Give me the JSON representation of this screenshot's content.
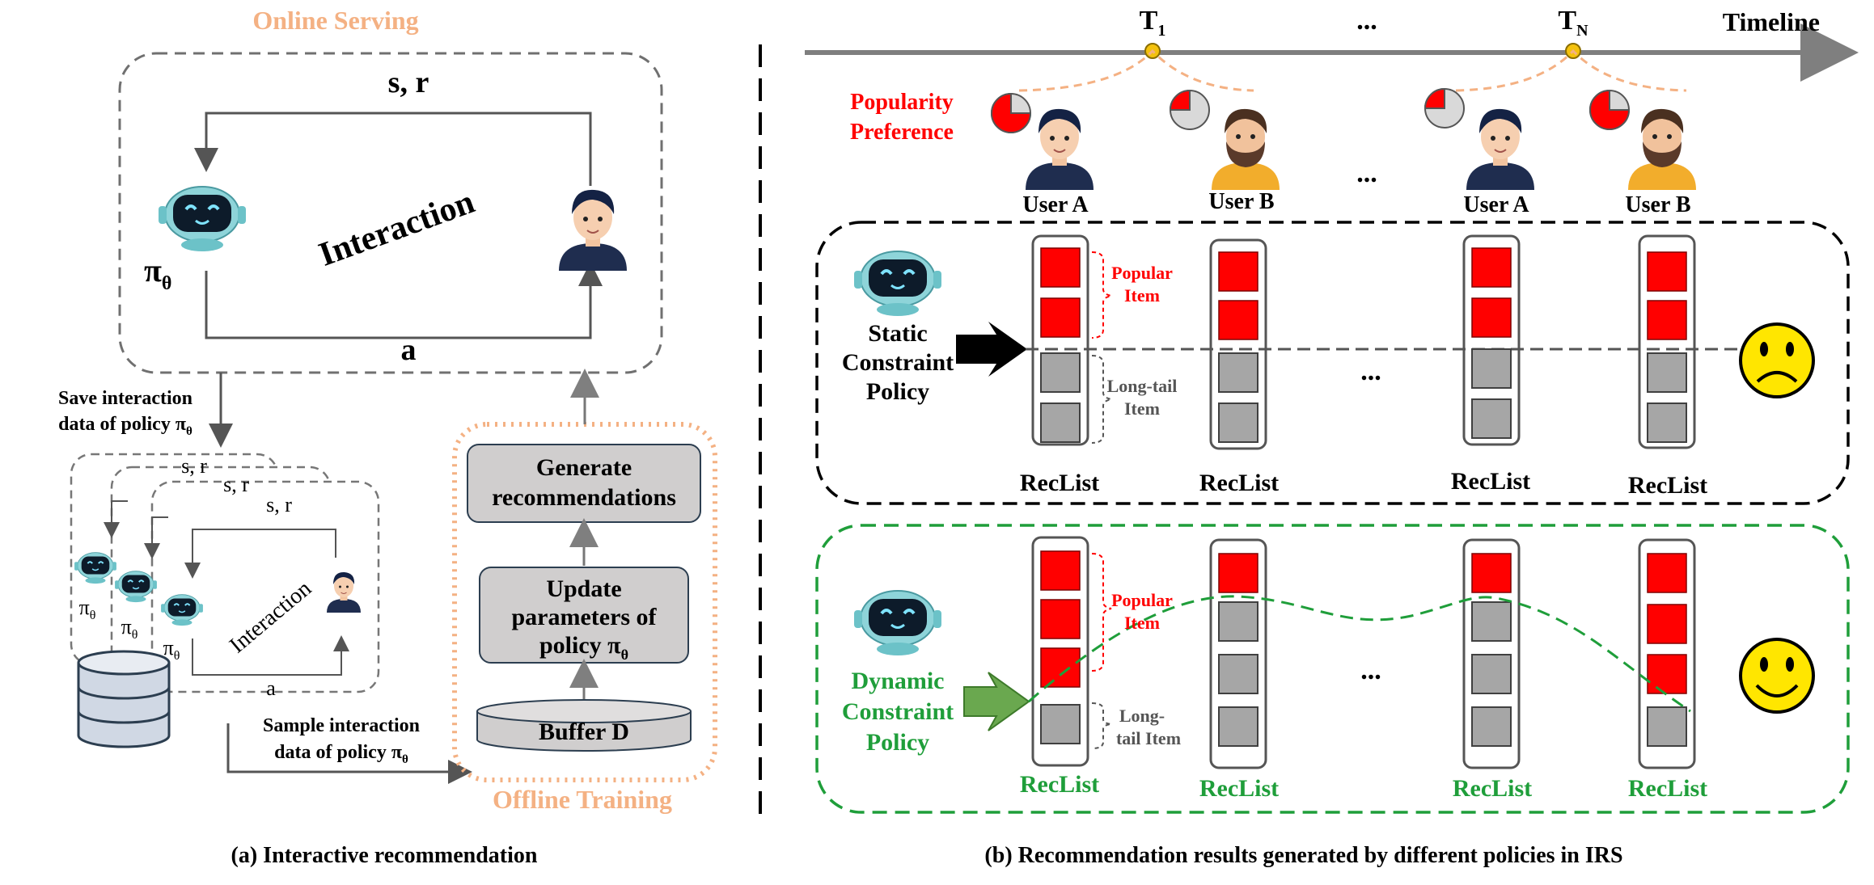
{
  "panel_a": {
    "online_serving": "Online Serving",
    "offline_training": "Offline Training",
    "state_reward": "s, r",
    "action": "a",
    "interaction": "Interaction",
    "policy_symbol": "π",
    "policy_sub": "θ",
    "save_line1": "Save interaction",
    "save_line2": "data of policy π",
    "sample_line1": "Sample interaction",
    "sample_line2": "data of policy π",
    "generate_line1": "Generate",
    "generate_line2": "recommendations",
    "update_line1": "Update",
    "update_line2": "parameters of",
    "update_line3": "policy π",
    "buffer": "Buffer D",
    "caption": "(a) Interactive recommendation"
  },
  "panel_b": {
    "timeline": "Timeline",
    "t1": "T",
    "t1_sub": "1",
    "tn": "T",
    "tn_sub": "N",
    "ellipsis": "...",
    "popularity_line1": "Popularity",
    "popularity_line2": "Preference",
    "user_a": "User A",
    "user_b": "User B",
    "static_line1": "Static",
    "static_line2": "Constraint",
    "static_line3": "Policy",
    "dynamic_line1": "Dynamic",
    "dynamic_line2": "Constraint",
    "dynamic_line3": "Policy",
    "popular_item_line1": "Popular",
    "popular_item_line2": "Item",
    "longtail_static_line1": "Long-tail",
    "longtail_static_line2": "Item",
    "longtail_dynamic_line1": "Long-",
    "longtail_dynamic_line2": "tail Item",
    "reclist": "RecList",
    "caption": "(b) Recommendation results generated by different policies in IRS"
  },
  "colors": {
    "popular": "#ff0000",
    "longtail": "#a6a6a6",
    "static_border": "#000000",
    "dynamic_border": "#1f9e3a",
    "offline_border": "#f4b183",
    "timeline": "#7f7f7f",
    "robot_face": "#0d1b2a",
    "robot_body": "#8ed4d9"
  },
  "icons": [
    "robot-icon",
    "user-icon",
    "database-icon",
    "pie-icon",
    "sad-face-icon",
    "happy-face-icon",
    "arrow-icon"
  ]
}
